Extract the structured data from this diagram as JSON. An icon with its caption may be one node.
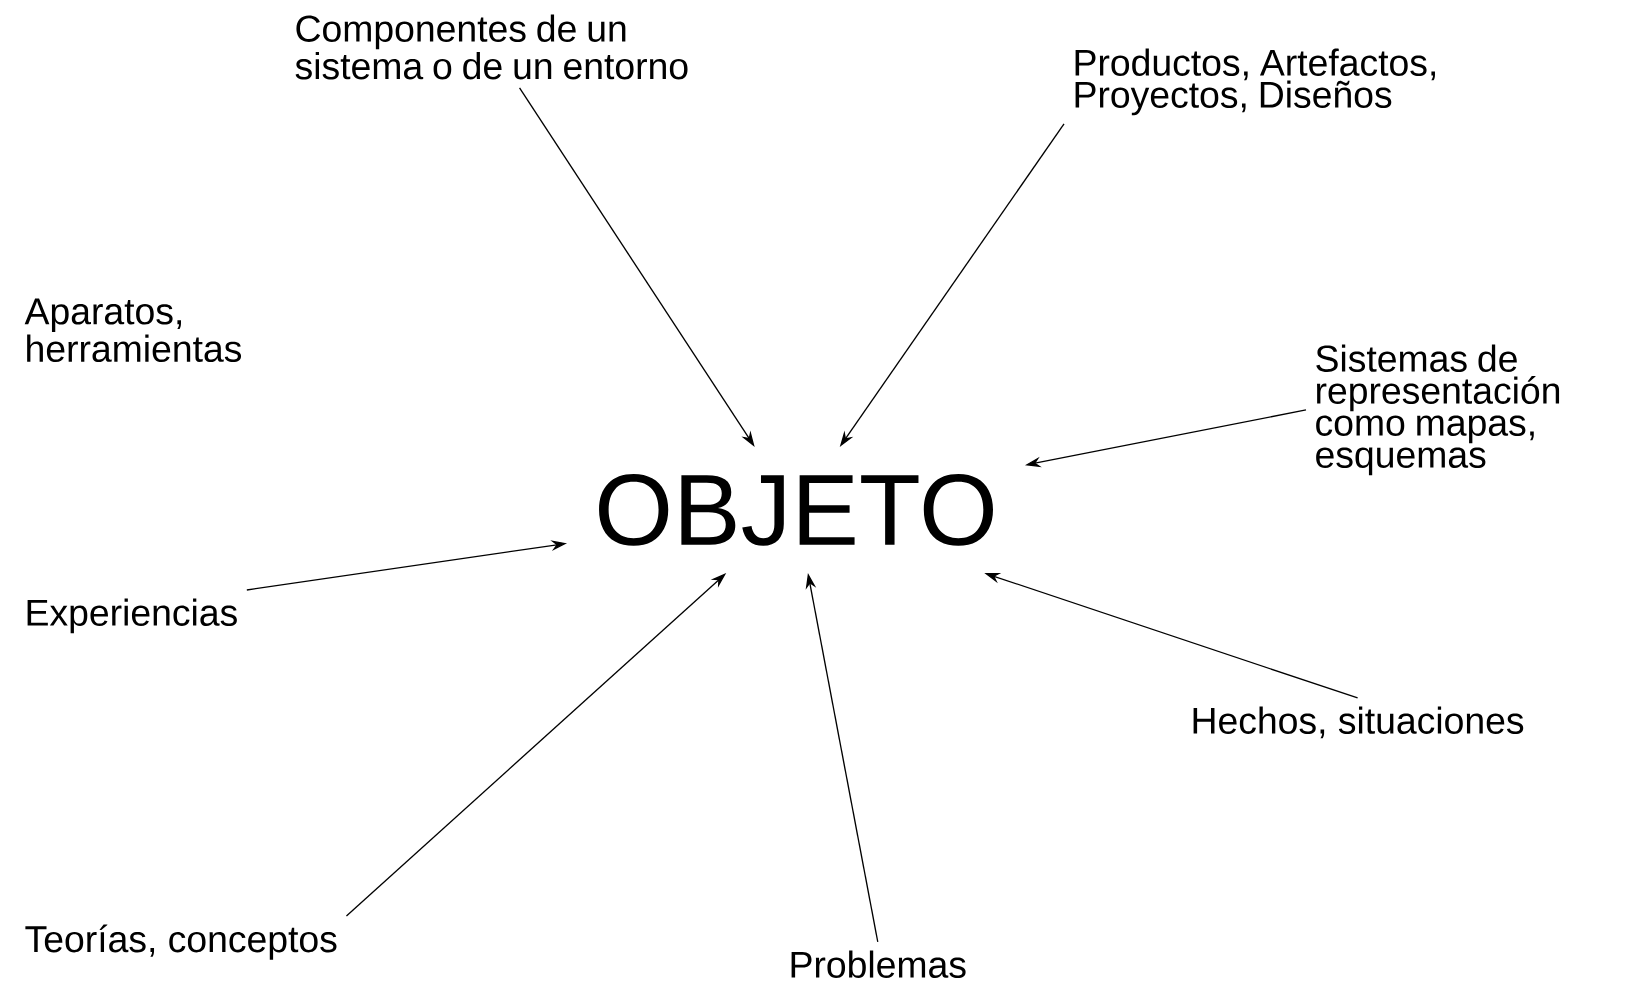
{
  "diagram": {
    "nodes": [
      {
        "text": [
          "Componentes de un sistema o de un entorno"
        ]
      },
      {
        "text": [
          "Productos, Artefactos, Proyectos, Diseños"
        ]
      },
      {
        "text": [
          "Aparatos, herramientas"
        ]
      },
      {
        "text": [
          "Sistemas de representación como mapas, esquemas"
        ]
      },
      {
        "text": [
          "OBJETO"
        ]
      },
      {
        "text": [
          "Experiencias"
        ]
      },
      {
        "text": [
          "Hechos, situaciones"
        ]
      },
      {
        "text": [
          "Teorías, conceptos"
        ]
      },
      {
        "text": [
          "Problemas"
        ]
      }
    ],
    "edges": [
      {
        "from": 0,
        "to": 4,
        "arrow": "to"
      },
      {
        "from": 1,
        "to": 4,
        "arrow": "to"
      },
      {
        "from": 3,
        "to": 4,
        "arrow": "to"
      },
      {
        "from": 5,
        "to": 4,
        "arrow": "to"
      },
      {
        "from": 6,
        "to": 4,
        "arrow": "to"
      },
      {
        "from": 7,
        "to": 4,
        "arrow": "to"
      },
      {
        "from": 8,
        "to": 4,
        "arrow": "to"
      }
    ]
  }
}
